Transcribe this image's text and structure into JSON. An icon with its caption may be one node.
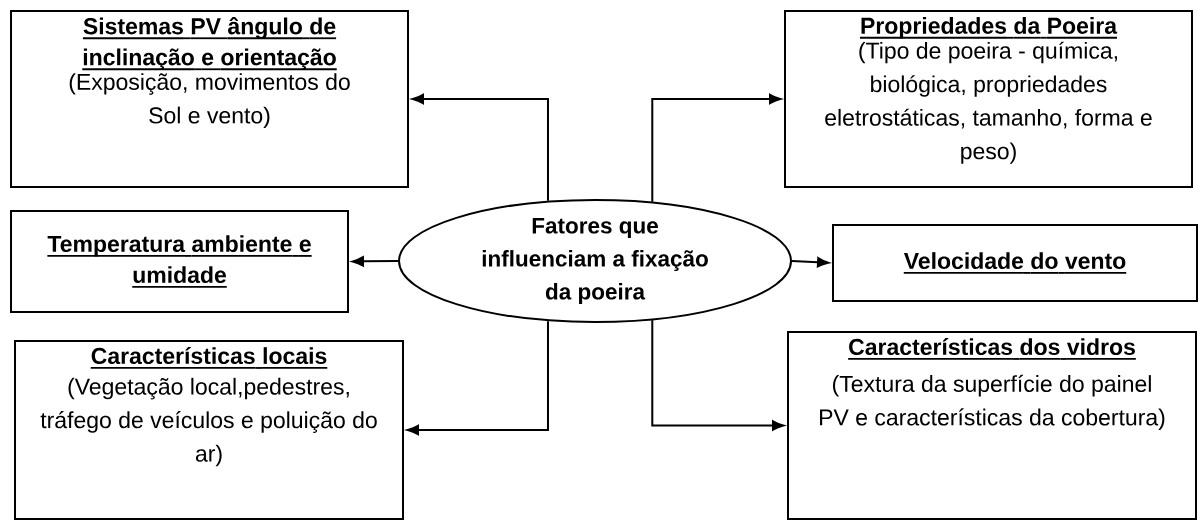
{
  "diagram": {
    "nodes": [
      {
        "text": [
          "Fatores que influenciam a fixação da poeira"
        ]
      },
      {
        "text": [
          "Sistemas PV ângulo de inclinação e orientação",
          "(Exposição, movimentos do Sol e vento)"
        ]
      },
      {
        "text": [
          "Propriedades da Poeira",
          "(Tipo de poeira - química, biológica, propriedades eletrostáticas, tamanho, forma e peso)"
        ]
      },
      {
        "text": [
          "Temperatura ambiente e umidade"
        ]
      },
      {
        "text": [
          "Velocidade do vento"
        ]
      },
      {
        "text": [
          "Características locais",
          "(Vegetação local,pedestres, tráfego de veículos e poluição do ar)"
        ]
      },
      {
        "text": [
          "Características dos vidros",
          "(Textura da superfície do painel PV e características da cobertura)"
        ]
      }
    ],
    "edges": [
      {
        "from": 0,
        "to": 1,
        "arrow": "to"
      },
      {
        "from": 0,
        "to": 2,
        "arrow": "to"
      },
      {
        "from": 0,
        "to": 3,
        "arrow": "to"
      },
      {
        "from": 0,
        "to": 4,
        "arrow": "to"
      },
      {
        "from": 0,
        "to": 5,
        "arrow": "to"
      },
      {
        "from": 0,
        "to": 6,
        "arrow": "to"
      }
    ]
  }
}
